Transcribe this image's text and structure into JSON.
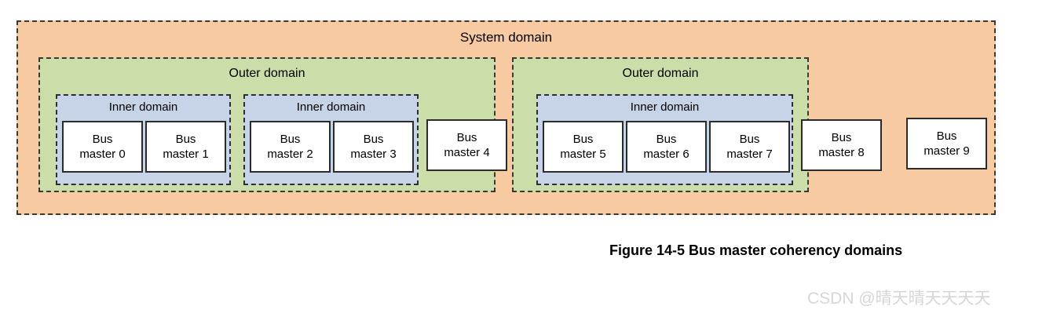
{
  "figure": {
    "caption": "Figure 14-5 Bus master coherency domains",
    "watermark": "CSDN @晴天晴天天天天"
  },
  "colors": {
    "system_domain_fill": "#f8caa2",
    "outer_domain_fill": "#cbdda8",
    "inner_domain_fill": "#c7d4e8",
    "bus_master_fill": "#ffffff",
    "border": "#3a3a32",
    "watermark_text": "#d6d6d6"
  },
  "system_domain": {
    "label": "System domain",
    "outer_domains": [
      {
        "label": "Outer domain",
        "inner_domains": [
          {
            "label": "Inner domain",
            "bus_masters": [
              {
                "line1": "Bus",
                "line2": "master 0"
              },
              {
                "line1": "Bus",
                "line2": "master 1"
              }
            ]
          },
          {
            "label": "Inner domain",
            "bus_masters": [
              {
                "line1": "Bus",
                "line2": "master 2"
              },
              {
                "line1": "Bus",
                "line2": "master 3"
              }
            ]
          }
        ],
        "bus_masters": [
          {
            "line1": "Bus",
            "line2": "master 4"
          }
        ]
      },
      {
        "label": "Outer domain",
        "inner_domains": [
          {
            "label": "Inner domain",
            "bus_masters": [
              {
                "line1": "Bus",
                "line2": "master 5"
              },
              {
                "line1": "Bus",
                "line2": "master 6"
              },
              {
                "line1": "Bus",
                "line2": "master 7"
              }
            ]
          }
        ],
        "bus_masters": [
          {
            "line1": "Bus",
            "line2": "master 8"
          }
        ]
      }
    ],
    "bus_masters": [
      {
        "line1": "Bus",
        "line2": "master 9"
      }
    ]
  }
}
